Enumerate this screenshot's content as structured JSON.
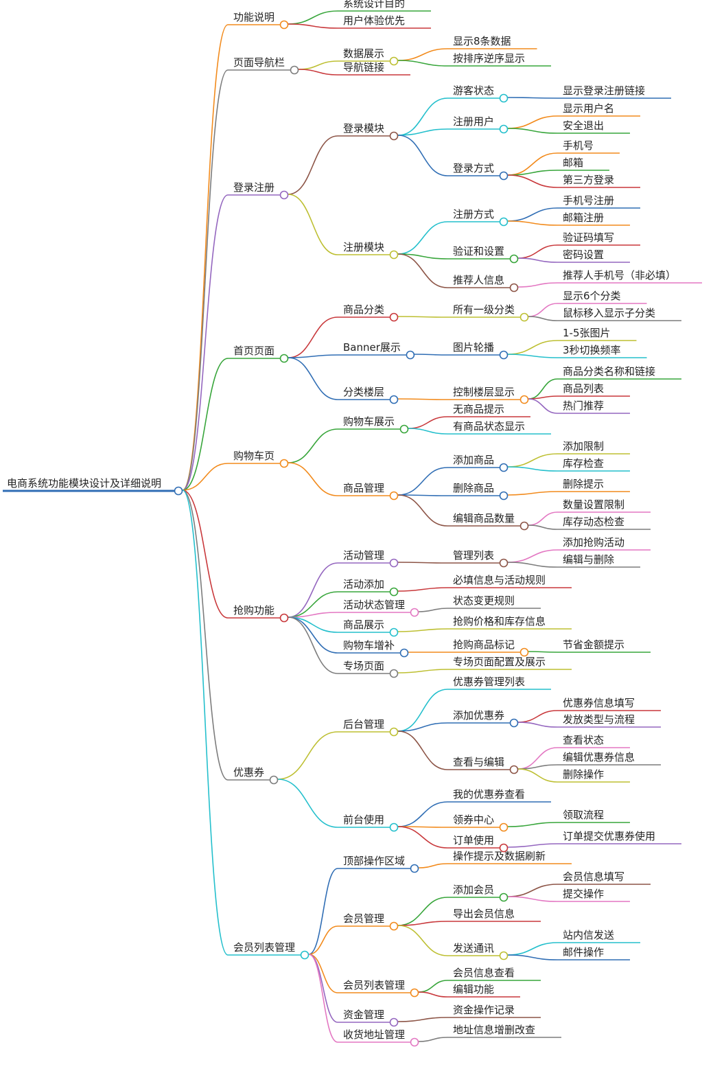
{
  "mindmap": {
    "root": {
      "label": "电商系统功能模块设计及详细说明",
      "color": "#2f6db4"
    },
    "branches": [
      {
        "label": "功能说明",
        "color": "#f28a1b",
        "children": [
          {
            "label": "系统设计目的",
            "color": "#37a53a"
          },
          {
            "label": "用户体验优先",
            "color": "#c8373a"
          }
        ]
      },
      {
        "label": "页面导航栏",
        "color": "#7c7c7c",
        "children": [
          {
            "label": "数据展示",
            "color": "#bdbf31",
            "children": [
              {
                "label": "显示8条数据",
                "color": "#f28a1b"
              },
              {
                "label": "按排序逆序显示",
                "color": "#37a53a"
              }
            ]
          },
          {
            "label": "导航链接",
            "color": "#c8373a"
          }
        ]
      },
      {
        "label": "登录注册",
        "color": "#9466bf",
        "children": [
          {
            "label": "登录模块",
            "color": "#8c5446",
            "children": [
              {
                "label": "游客状态",
                "color": "#23bfcc",
                "children": [
                  {
                    "label": "显示登录注册链接",
                    "color": "#2f6db4"
                  }
                ]
              },
              {
                "label": "注册用户",
                "color": "#23bfcc",
                "children": [
                  {
                    "label": "显示用户名",
                    "color": "#f28a1b"
                  },
                  {
                    "label": "安全退出",
                    "color": "#37a53a"
                  }
                ]
              },
              {
                "label": "登录方式",
                "color": "#2f6db4",
                "children": [
                  {
                    "label": "手机号",
                    "color": "#f28a1b"
                  },
                  {
                    "label": "邮箱",
                    "color": "#37a53a"
                  },
                  {
                    "label": "第三方登录",
                    "color": "#c8373a"
                  }
                ]
              }
            ]
          },
          {
            "label": "注册模块",
            "color": "#bdbf31",
            "children": [
              {
                "label": "注册方式",
                "color": "#23bfcc",
                "children": [
                  {
                    "label": "手机号注册",
                    "color": "#2f6db4"
                  },
                  {
                    "label": "邮箱注册",
                    "color": "#f28a1b"
                  }
                ]
              },
              {
                "label": "验证和设置",
                "color": "#37a53a",
                "children": [
                  {
                    "label": "验证码填写",
                    "color": "#c8373a"
                  },
                  {
                    "label": "密码设置",
                    "color": "#9466bf"
                  }
                ]
              },
              {
                "label": "推荐人信息",
                "color": "#8c5446",
                "children": [
                  {
                    "label": "推荐人手机号（非必填）",
                    "color": "#e377c2"
                  }
                ]
              }
            ]
          }
        ]
      },
      {
        "label": "首页页面",
        "color": "#37a53a",
        "children": [
          {
            "label": "商品分类",
            "color": "#c8373a",
            "children": [
              {
                "label": "所有一级分类",
                "color": "#bdbf31",
                "children": [
                  {
                    "label": "显示6个分类",
                    "color": "#e377c2"
                  },
                  {
                    "label": "鼠标移入显示子分类",
                    "color": "#7c7c7c"
                  }
                ]
              }
            ]
          },
          {
            "label": "Banner展示",
            "color": "#2f6db4",
            "children": [
              {
                "label": "图片轮播",
                "color": "#2f6db4",
                "children": [
                  {
                    "label": "1-5张图片",
                    "color": "#bdbf31"
                  },
                  {
                    "label": "3秒切换频率",
                    "color": "#23bfcc"
                  }
                ]
              }
            ]
          },
          {
            "label": "分类楼层",
            "color": "#2f6db4",
            "children": [
              {
                "label": "控制楼层显示",
                "color": "#f28a1b",
                "children": [
                  {
                    "label": "商品分类名称和链接",
                    "color": "#37a53a"
                  },
                  {
                    "label": "商品列表",
                    "color": "#c8373a"
                  },
                  {
                    "label": "热门推荐",
                    "color": "#9466bf"
                  }
                ]
              }
            ]
          }
        ]
      },
      {
        "label": "购物车页",
        "color": "#f28a1b",
        "children": [
          {
            "label": "购物车展示",
            "color": "#37a53a",
            "children": [
              {
                "label": "无商品提示",
                "color": "#c8373a"
              },
              {
                "label": "有商品状态显示",
                "color": "#23bfcc"
              }
            ]
          },
          {
            "label": "商品管理",
            "color": "#f28a1b",
            "children": [
              {
                "label": "添加商品",
                "color": "#2f6db4",
                "children": [
                  {
                    "label": "添加限制",
                    "color": "#bdbf31"
                  },
                  {
                    "label": "库存检查",
                    "color": "#23bfcc"
                  }
                ]
              },
              {
                "label": "删除商品",
                "color": "#2f6db4",
                "children": [
                  {
                    "label": "删除提示",
                    "color": "#f28a1b"
                  }
                ]
              },
              {
                "label": "编辑商品数量",
                "color": "#8c5446",
                "children": [
                  {
                    "label": "数量设置限制",
                    "color": "#e377c2"
                  },
                  {
                    "label": "库存动态检查",
                    "color": "#7c7c7c"
                  }
                ]
              }
            ]
          }
        ]
      },
      {
        "label": "抢购功能",
        "color": "#c8373a",
        "children": [
          {
            "label": "活动管理",
            "color": "#9466bf",
            "children": [
              {
                "label": "管理列表",
                "color": "#8c5446",
                "children": [
                  {
                    "label": "添加抢购活动",
                    "color": "#e377c2"
                  },
                  {
                    "label": "编辑与删除",
                    "color": "#7c7c7c"
                  }
                ]
              }
            ]
          },
          {
            "label": "活动添加",
            "color": "#37a53a",
            "children": [
              {
                "label": "必填信息与活动规则",
                "color": "#c8373a"
              }
            ]
          },
          {
            "label": "活动状态管理",
            "color": "#e377c2",
            "children": [
              {
                "label": "状态变更规则",
                "color": "#7c7c7c"
              }
            ]
          },
          {
            "label": "商品展示",
            "color": "#23bfcc",
            "children": [
              {
                "label": "抢购价格和库存信息",
                "color": "#bdbf31"
              }
            ]
          },
          {
            "label": "购物车增补",
            "color": "#2f6db4",
            "children": [
              {
                "label": "抢购商品标记",
                "color": "#f28a1b",
                "children": [
                  {
                    "label": "节省金额提示",
                    "color": "#37a53a"
                  }
                ]
              }
            ]
          },
          {
            "label": "专场页面",
            "color": "#7c7c7c",
            "children": [
              {
                "label": "专场页面配置及展示",
                "color": "#bdbf31"
              }
            ]
          }
        ]
      },
      {
        "label": "优惠券",
        "color": "#7c7c7c",
        "children": [
          {
            "label": "后台管理",
            "color": "#bdbf31",
            "children": [
              {
                "label": "优惠券管理列表",
                "color": "#23bfcc"
              },
              {
                "label": "添加优惠券",
                "color": "#2f6db4",
                "children": [
                  {
                    "label": "优惠券信息填写",
                    "color": "#c8373a"
                  },
                  {
                    "label": "发放类型与流程",
                    "color": "#9466bf"
                  }
                ]
              },
              {
                "label": "查看与编辑",
                "color": "#8c5446",
                "children": [
                  {
                    "label": "查看状态",
                    "color": "#e377c2"
                  },
                  {
                    "label": "编辑优惠券信息",
                    "color": "#7c7c7c"
                  },
                  {
                    "label": "删除操作",
                    "color": "#bdbf31"
                  }
                ]
              }
            ]
          },
          {
            "label": "前台使用",
            "color": "#23bfcc",
            "children": [
              {
                "label": "我的优惠券查看",
                "color": "#2f6db4"
              },
              {
                "label": "领券中心",
                "color": "#f28a1b",
                "children": [
                  {
                    "label": "领取流程",
                    "color": "#37a53a"
                  }
                ]
              },
              {
                "label": "订单使用",
                "color": "#c8373a",
                "children": [
                  {
                    "label": "订单提交优惠券使用",
                    "color": "#9466bf"
                  }
                ]
              }
            ]
          }
        ]
      },
      {
        "label": "会员列表管理",
        "color": "#23bfcc",
        "children": [
          {
            "label": "顶部操作区域",
            "color": "#2f6db4",
            "children": [
              {
                "label": "操作提示及数据刷新",
                "color": "#f28a1b"
              }
            ]
          },
          {
            "label": "会员管理",
            "color": "#f28a1b",
            "children": [
              {
                "label": "添加会员",
                "color": "#37a53a",
                "children": [
                  {
                    "label": "会员信息填写",
                    "color": "#8c5446"
                  },
                  {
                    "label": "提交操作",
                    "color": "#e377c2"
                  }
                ]
              },
              {
                "label": "导出会员信息",
                "color": "#c8373a"
              },
              {
                "label": "发送通讯",
                "color": "#bdbf31",
                "children": [
                  {
                    "label": "站内信发送",
                    "color": "#23bfcc"
                  },
                  {
                    "label": "邮件操作",
                    "color": "#2f6db4"
                  }
                ]
              }
            ]
          },
          {
            "label": "会员列表管理",
            "color": "#f28a1b",
            "children": [
              {
                "label": "会员信息查看",
                "color": "#37a53a"
              },
              {
                "label": "编辑功能",
                "color": "#c8373a"
              }
            ]
          },
          {
            "label": "资金管理",
            "color": "#9466bf",
            "children": [
              {
                "label": "资金操作记录",
                "color": "#8c5446"
              }
            ]
          },
          {
            "label": "收货地址管理",
            "color": "#e377c2",
            "children": [
              {
                "label": "地址信息增删改查",
                "color": "#7c7c7c"
              }
            ]
          }
        ]
      }
    ]
  }
}
